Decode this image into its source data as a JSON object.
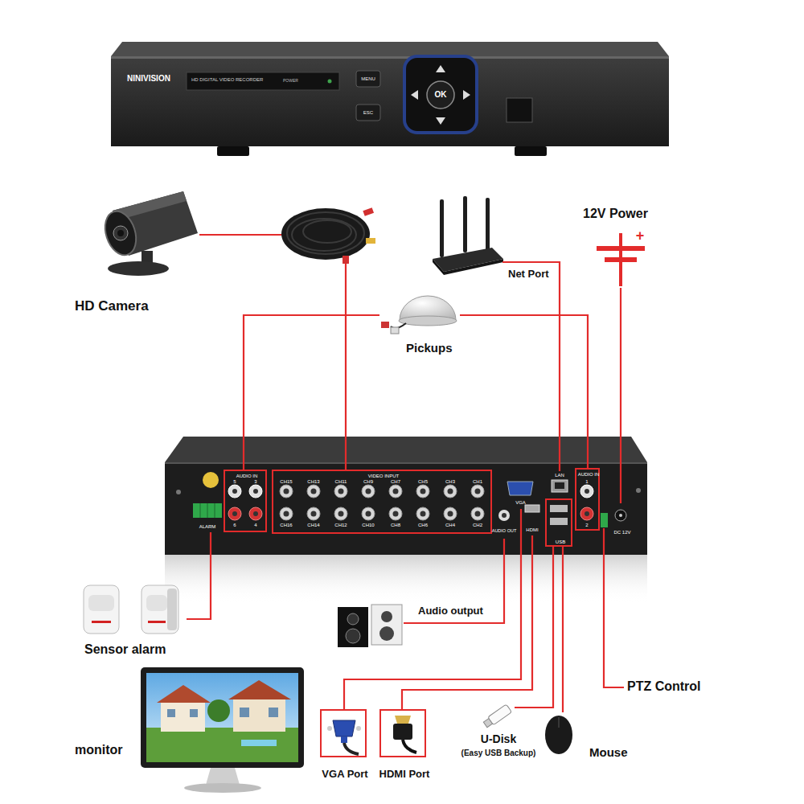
{
  "diagram": {
    "nodes": [
      {
        "text": [
          "NINIVISION",
          "HD DIGITAL VIDEO RECORDER"
        ]
      },
      {
        "text": [
          "HD Camera"
        ]
      },
      {
        "text": [
          "Net Port"
        ]
      },
      {
        "text": [
          "12V Power"
        ]
      },
      {
        "text": [
          "Pickups"
        ]
      },
      {
        "text": [
          "AUDIO IN"
        ]
      },
      {
        "text": [
          "VIDEO INPUT"
        ]
      },
      {
        "text": [
          "VGA"
        ]
      },
      {
        "text": [
          "LAN"
        ]
      },
      {
        "text": [
          "AUDIO IN"
        ]
      },
      {
        "text": [
          "DC 12V"
        ]
      },
      {
        "text": [
          "ALARM"
        ]
      },
      {
        "text": [
          "AUDIO OUT"
        ]
      },
      {
        "text": [
          "HDMI"
        ]
      },
      {
        "text": [
          "USB"
        ]
      },
      {
        "text": [
          "Sensor alarm"
        ]
      },
      {
        "text": [
          "Audio output"
        ]
      },
      {
        "text": [
          "PTZ Control"
        ]
      },
      {
        "text": [
          "monitor"
        ]
      },
      {
        "text": [
          "VGA Port"
        ]
      },
      {
        "text": [
          "HDMI Port"
        ]
      },
      {
        "text": [
          "U-Disk",
          "(Easy USB Backup)"
        ]
      },
      {
        "text": [
          "Mouse"
        ]
      }
    ],
    "edges": [
      {
        "from": 1,
        "to": 6,
        "arrow": "none"
      },
      {
        "from": 4,
        "to": 5,
        "arrow": "none"
      },
      {
        "from": 4,
        "to": 9,
        "arrow": "none"
      },
      {
        "from": 2,
        "to": 8,
        "arrow": "none"
      },
      {
        "from": 3,
        "to": 10,
        "arrow": "none"
      },
      {
        "from": 15,
        "to": 11,
        "arrow": "none"
      },
      {
        "from": 16,
        "to": 12,
        "arrow": "none"
      },
      {
        "from": 19,
        "to": 7,
        "arrow": "none"
      },
      {
        "from": 20,
        "to": 13,
        "arrow": "none"
      },
      {
        "from": 21,
        "to": 14,
        "arrow": "none"
      },
      {
        "from": 22,
        "to": 14,
        "arrow": "none"
      }
    ],
    "labels": [
      "MENU",
      "ESC",
      "OK",
      "POWER",
      "+",
      "CH15",
      "CH13",
      "CH11",
      "CH9",
      "CH7",
      "CH5",
      "CH3",
      "CH1",
      "CH16",
      "CH14",
      "CH12",
      "CH10",
      "CH8",
      "CH6",
      "CH4",
      "CH2",
      "5",
      "3",
      "6",
      "4",
      "1",
      "2"
    ]
  }
}
